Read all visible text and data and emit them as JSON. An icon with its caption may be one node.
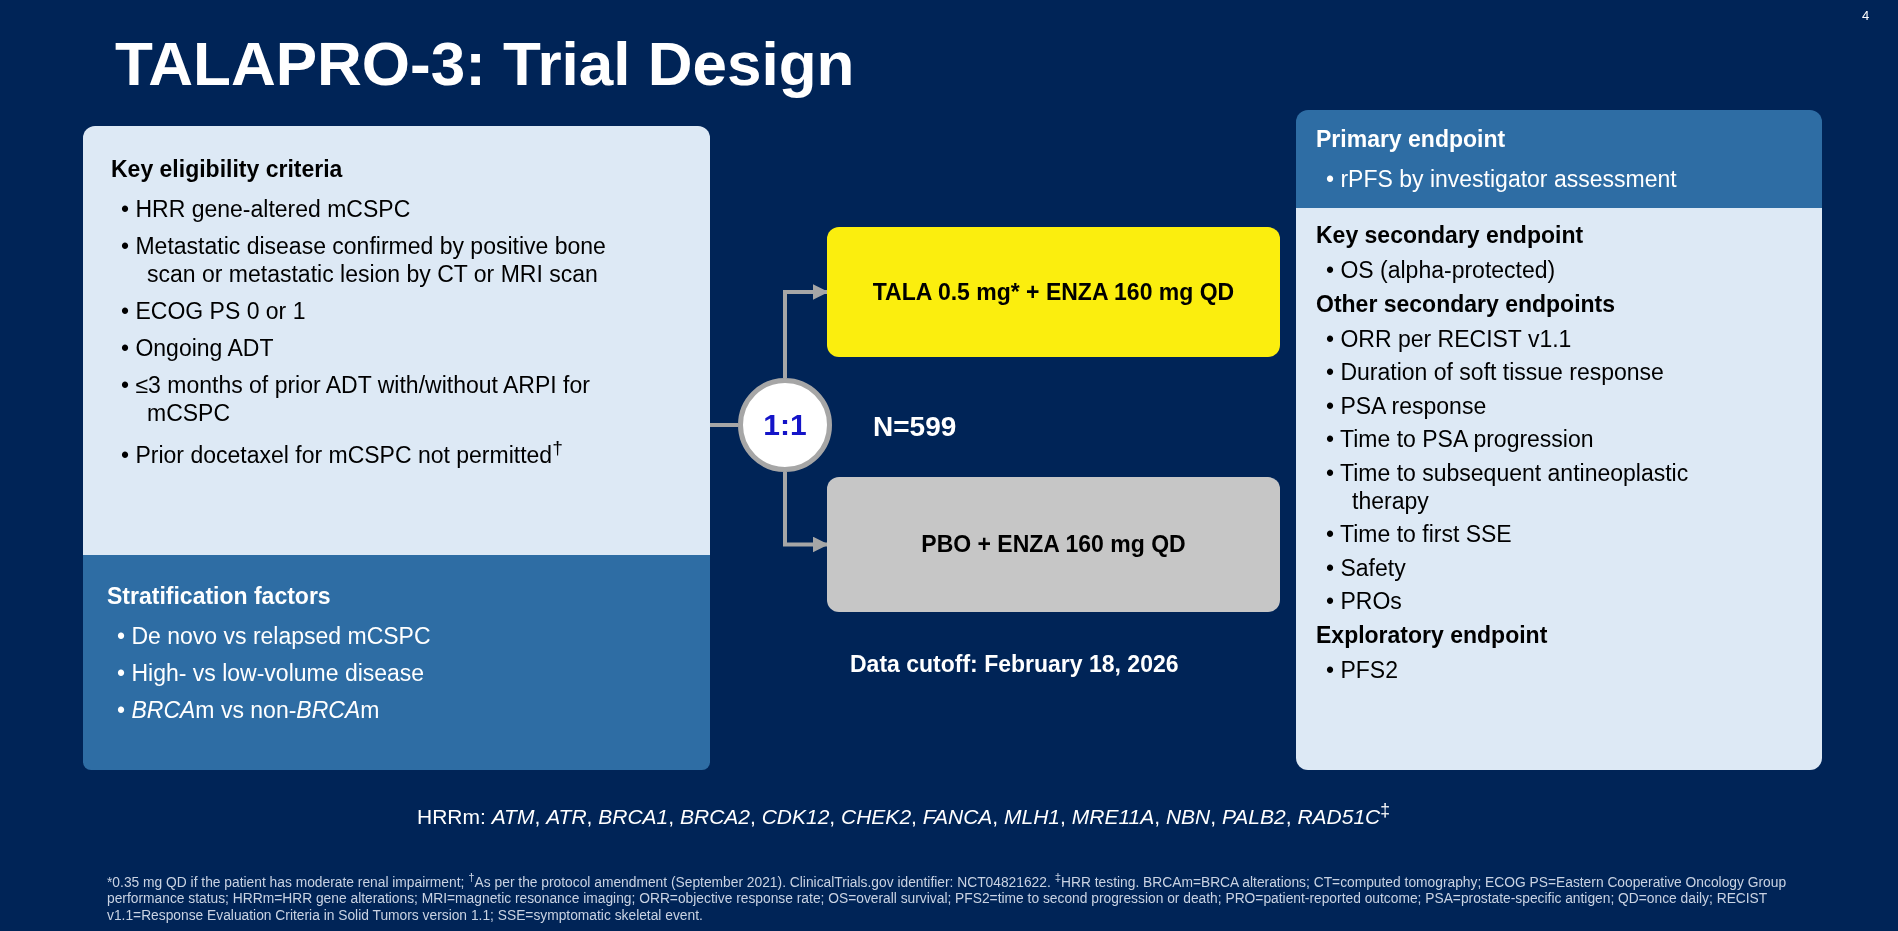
{
  "diagram": {
    "title": "TALAPRO-3: Trial Design",
    "nodes": [
      {
        "text": [
          "Key eligibility criteria",
          "• HRR gene-altered mCSPC",
          "• Metastatic disease confirmed by positive bone scan or metastatic lesion by CT or MRI scan",
          "• ECOG PS 0 or 1",
          "• Ongoing ADT",
          "• ≤3 months of prior ADT with/without ARPI for mCSPC",
          "• Prior docetaxel for mCSPC not permitted$^{†}$"
        ]
      },
      {
        "text": [
          "Stratification factors",
          "• De novo vs relapsed mCSPC",
          "• High- vs low-volume disease",
          "• *BRCA*⁠m vs non-*BRCA*⁠m"
        ]
      },
      {
        "text": [
          "1:1"
        ]
      },
      {
        "text": [
          "TALA 0.5 mg* + ENZA 160 mg QD"
        ]
      },
      {
        "text": [
          "PBO + ENZA 160 mg QD"
        ]
      },
      {
        "text": [
          "Primary endpoint",
          "• rPFS by investigator assessment"
        ]
      },
      {
        "text": [
          "Key secondary endpoint",
          "• OS (alpha-protected)",
          "Other secondary endpoints",
          "• ORR per RECIST v1.1",
          "• Duration of soft tissue response",
          "• PSA response",
          "• Time to PSA progression",
          "• Time to subsequent antineoplastic therapy",
          "• Time to first SSE",
          "• Safety",
          "• PROs",
          "Exploratory endpoint",
          "• PFS2"
        ]
      }
    ],
    "edges": [
      {
        "from": 0,
        "to": 2,
        "arrow": "none"
      },
      {
        "from": 2,
        "to": 3,
        "arrow": "to"
      },
      {
        "from": 2,
        "to": 4,
        "arrow": "to"
      }
    ],
    "labels": [
      "4",
      "N=599",
      "Data cutoff: February 18, 2026",
      "HRRm: *ATM*, *ATR*, *BRCA1*, *BRCA2*, *CDK12*, *CHEK2*, *FANCA*, *MLH1*, *MRE11A*, *NBN*, *PALB2*, *RAD51C*$^{‡}$",
      "*0.35 mg QD if the patient has moderate renal impairment; $^{†}$As per the protocol amendment (September 2021). ClinicalTrials.gov identifier: NCT04821622. $^{‡}$HRR testing. BRCAm=BRCA alterations; CT=computed tomography; ECOG PS=Eastern Cooperative Oncology Group performance status; HRRm=HRR gene alterations; MRI=magnetic resonance imaging; ORR=objective response rate; OS=overall survival; PFS2=time to second progression or death; PRO=patient-reported outcome; PSA=prostate-specific antigen; QD=once daily; RECIST v1.1=Response Evaluation Criteria in Solid Tumors version 1.1; SSE=symptomatic skeletal event."
    ]
  }
}
